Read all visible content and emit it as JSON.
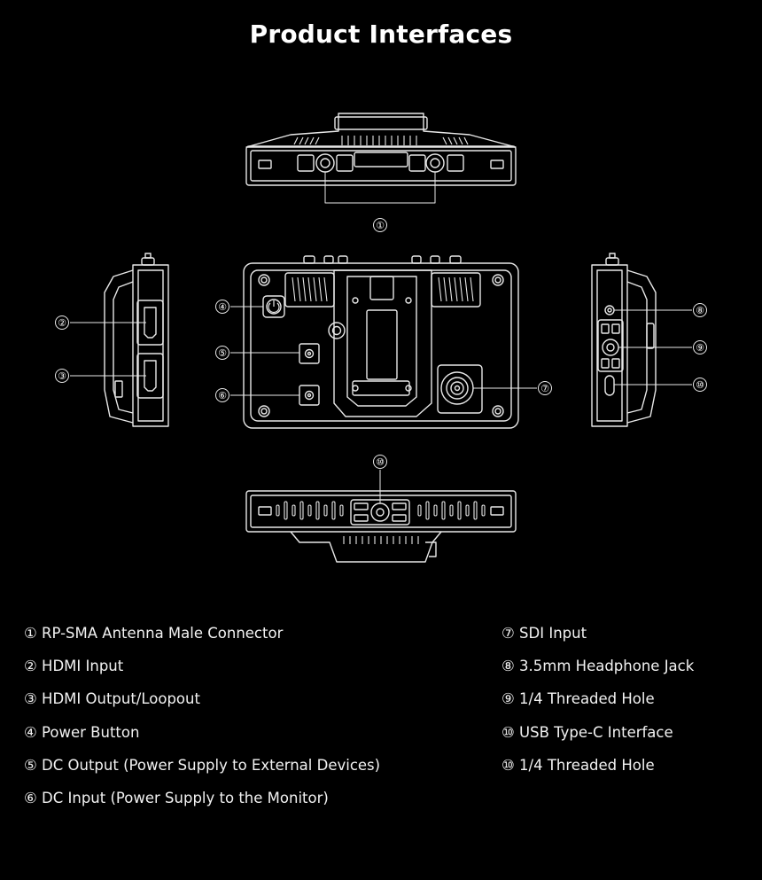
{
  "title": "Product Interfaces",
  "callouts": [
    "①",
    "②",
    "③",
    "④",
    "⑤",
    "⑥",
    "⑦",
    "⑧",
    "⑨",
    "⑩",
    "⑩"
  ],
  "legend_left": [
    "① RP-SMA Antenna Male Connector",
    "② HDMI Input",
    "③ HDMI Output/Loopout",
    "④ Power Button",
    "⑤ DC Output (Power Supply to External Devices)",
    "⑥ DC Input (Power Supply to the Monitor)"
  ],
  "legend_right": [
    "⑦ SDI Input",
    "⑧ 3.5mm Headphone Jack",
    "⑨ 1/4 Threaded Hole",
    "⑩ USB Type-C Interface",
    "⑩ 1/4 Threaded Hole"
  ]
}
